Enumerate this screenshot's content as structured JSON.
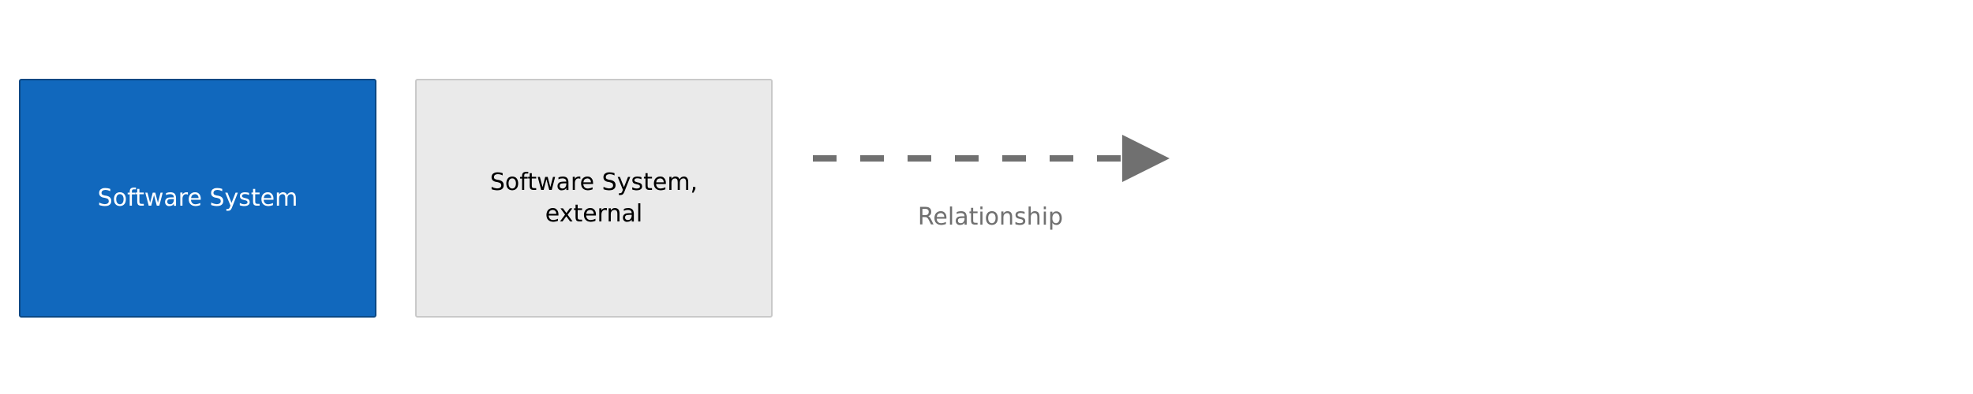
{
  "diagram": {
    "elements": [
      {
        "id": "software-system",
        "label": "Software System",
        "fill": "#1168bd",
        "text_color": "#ffffff"
      },
      {
        "id": "software-system-external",
        "label": "Software System,\nexternal",
        "fill": "#eaeaea",
        "text_color": "#000000"
      }
    ],
    "relationship": {
      "label": "Relationship",
      "line_color": "#707070",
      "label_color": "#707070",
      "style": "dashed"
    }
  }
}
